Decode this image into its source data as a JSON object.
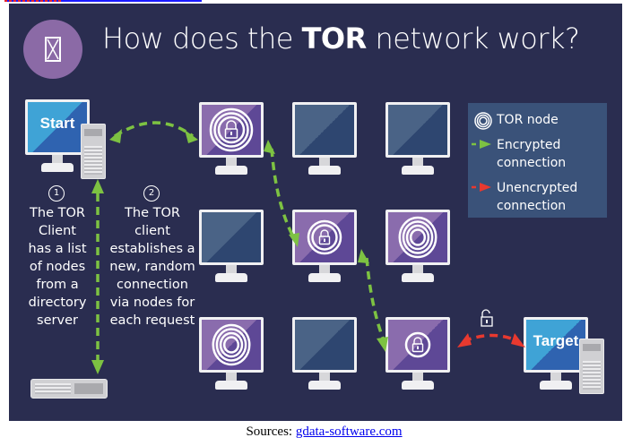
{
  "title": {
    "prefix": "How does the ",
    "emphasis": "TOR",
    "suffix": " network work?"
  },
  "logo": {
    "icon": "tor-browser-logo-icon",
    "color": "#8b6aa6"
  },
  "computers": {
    "start_label": "Start",
    "target_label": "Target"
  },
  "steps": [
    {
      "number": "1",
      "text": "The TOR\nClient\nhas a list\nof nodes\nfrom a\ndirectory\nserver"
    },
    {
      "number": "2",
      "text": "The TOR\nclient\nestablishes a\nnew, random\nconnection\nvia nodes for\neach request"
    }
  ],
  "legend": {
    "items": [
      {
        "icon": "tor-node-icon",
        "label": "TOR node"
      },
      {
        "icon": "green-arrow-icon",
        "label": "Encrypted\nconnection",
        "color": "#7dc242"
      },
      {
        "icon": "red-arrow-icon",
        "label": "Unencrypted\nconnection",
        "color": "#e8392f"
      }
    ]
  },
  "grid": {
    "rows": [
      [
        "node-locked",
        "plain",
        "plain"
      ],
      [
        "plain",
        "node-locked",
        "node"
      ],
      [
        "node",
        "plain",
        "node-locked"
      ]
    ]
  },
  "colors": {
    "background": "#2a2d50",
    "encrypted": "#7dc242",
    "unencrypted": "#e8392f",
    "node_screen": "#8a6cad",
    "plain_screen": "#4a6386",
    "legend_bg": "#3a5279"
  },
  "caption": {
    "prefix": "Sources: ",
    "link_text": "gdata-software.com"
  }
}
